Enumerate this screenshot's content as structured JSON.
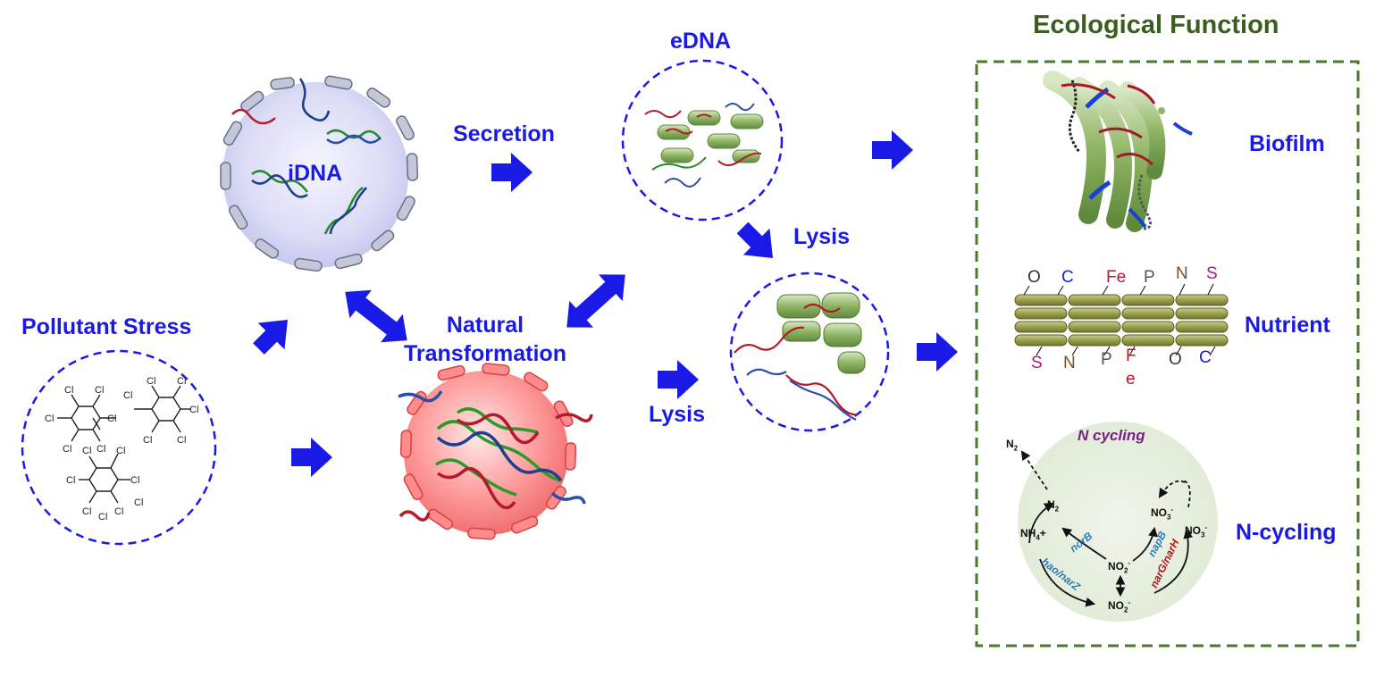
{
  "labels": {
    "ecological_function": "Ecological Function",
    "edna": "eDNA",
    "idna": "iDNA",
    "secretion": "Secretion",
    "lysis_top": "Lysis",
    "lysis_mid": "Lysis",
    "natural_transformation_1": "Natural",
    "natural_transformation_2": "Transformation",
    "pollutant_stress": "Pollutant Stress",
    "biofilm": "Biofilm",
    "nutrient": "Nutrient",
    "n_cycling": "N-cycling"
  },
  "pollutant": {
    "atom": "Cl"
  },
  "nutrient_letters": {
    "top": [
      "O",
      "C",
      "Fe",
      "P",
      "N",
      "S"
    ],
    "bottom": [
      "S",
      "N",
      "P",
      "F",
      "O",
      "C"
    ],
    "extra": "e"
  },
  "ncycle": {
    "title": "N cycling",
    "n2_outer": "N",
    "n2_inner": "N",
    "sub2": "2",
    "nh4": "NH",
    "nh4_sub": "4",
    "nh4_sup": "+",
    "no3_a": "NO",
    "no3_b": "NO",
    "sub3": "3",
    "sup_minus": "-",
    "no2_a": "NO",
    "no2_b": "NO",
    "genes": {
      "norB": "norB",
      "napB": "napB",
      "hao": "hao/narZ",
      "narG": "narG/narH"
    }
  },
  "colors": {
    "arrow": "#1a1ae6",
    "label_blue": "#1a1ae6",
    "eco_green": "#3b5e20",
    "box_green": "#4a7a2a",
    "n_cycling_purple": "#7a1f8a"
  }
}
